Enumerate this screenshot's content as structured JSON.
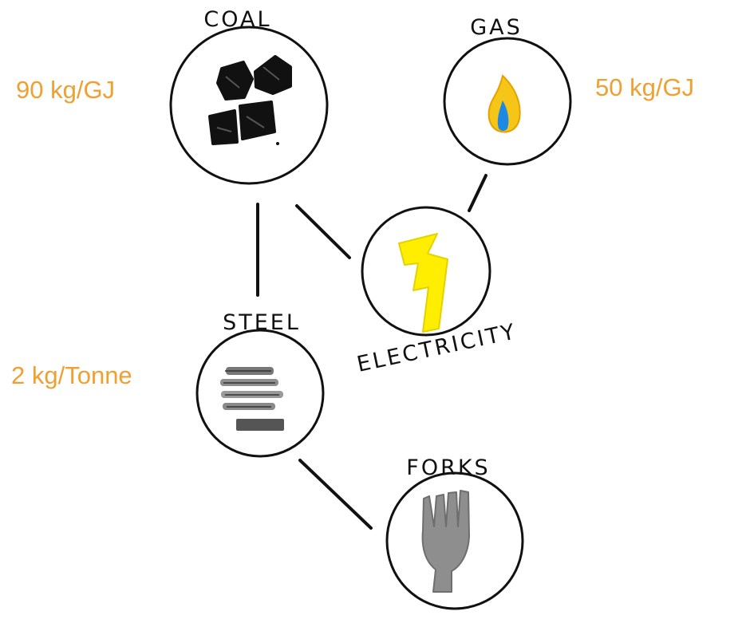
{
  "nodes": {
    "coal": {
      "label": "COAL"
    },
    "gas": {
      "label": "GAS"
    },
    "electricity": {
      "label": "ELECTRICITY"
    },
    "steel": {
      "label": "STEEL"
    },
    "forks": {
      "label": "FORKS"
    }
  },
  "annotations": {
    "coal": "90 kg/GJ",
    "gas": "50 kg/GJ",
    "steel": "2 kg/Tonne"
  },
  "colors": {
    "annotation": "#F0A030",
    "outline": "#111111",
    "bolt": "#FFEE00",
    "flame_outer": "#F5C518",
    "flame_inner": "#1E88E5",
    "metal": "#8E8E8E"
  },
  "edges": [
    [
      "coal",
      "steel"
    ],
    [
      "coal",
      "electricity"
    ],
    [
      "gas",
      "electricity"
    ],
    [
      "steel",
      "forks"
    ]
  ]
}
